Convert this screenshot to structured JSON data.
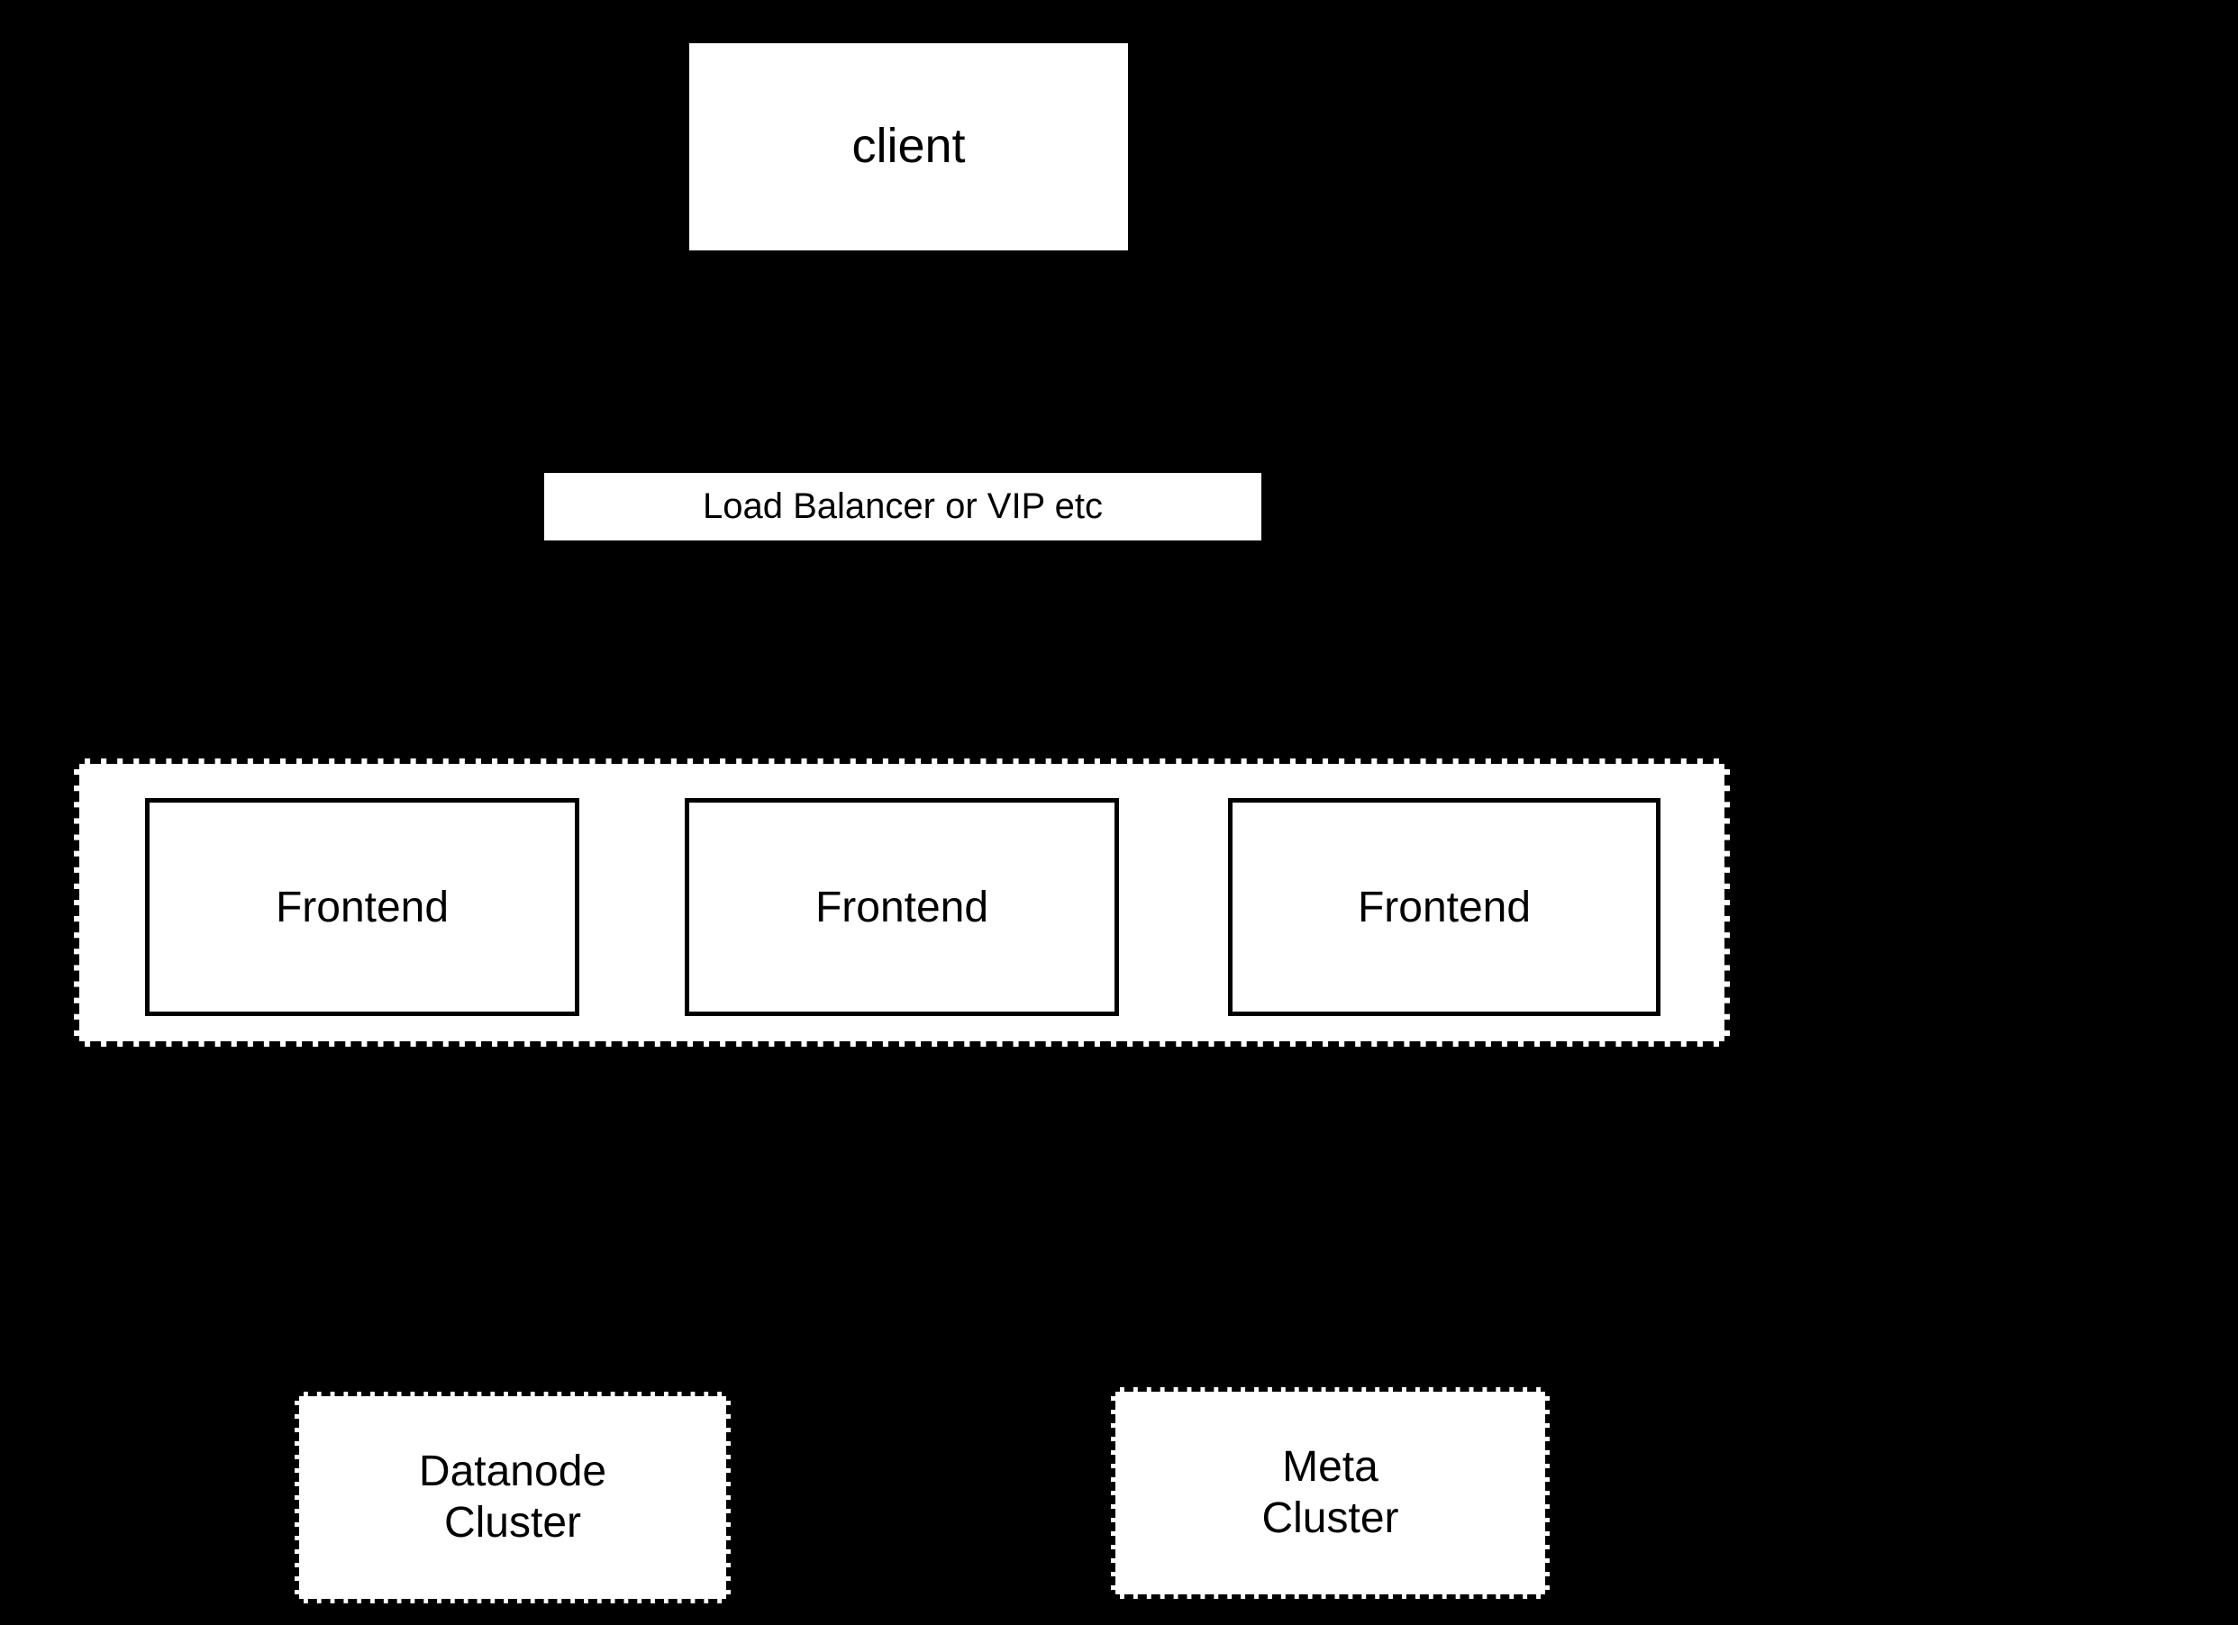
{
  "diagram": {
    "background_color": "#000000",
    "node_fill_color": "#ffffff",
    "node_text_color": "#000000",
    "client": {
      "label": "client"
    },
    "load_balancer": {
      "label": "Load Balancer or VIP etc"
    },
    "frontend_cluster": {
      "border_style": "dashed",
      "nodes": [
        {
          "label": "Frontend"
        },
        {
          "label": "Frontend"
        },
        {
          "label": "Frontend"
        }
      ]
    },
    "datanode_cluster": {
      "label": "Datanode\nCluster",
      "border_style": "dashed"
    },
    "meta_cluster": {
      "label": "Meta\nCluster",
      "border_style": "dashed"
    }
  }
}
